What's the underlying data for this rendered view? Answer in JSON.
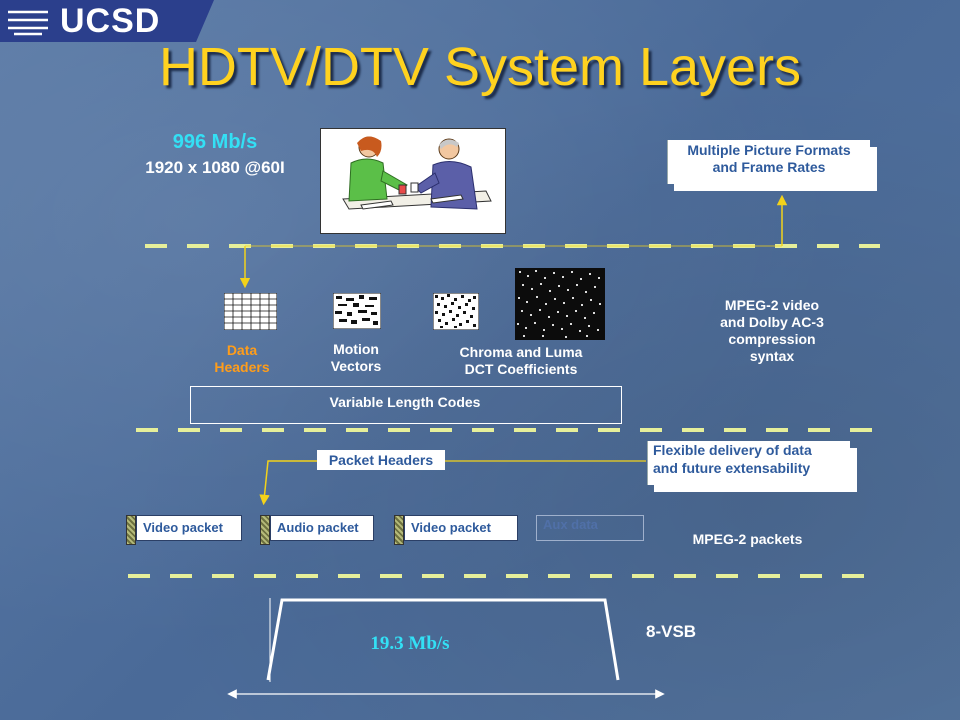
{
  "header": {
    "logo_text": "UCSD",
    "title": "HDTV/DTV System Layers"
  },
  "top_layer": {
    "bitrate": "996 Mb/s",
    "resolution": "1920 x 1080 @60I",
    "callout_line1": "Multiple Picture Formats",
    "callout_line2": "and Frame  Rates",
    "picture_icon": "people-meeting-picture"
  },
  "compression_layer": {
    "data_headers_line1": "Data",
    "data_headers_line2": "Headers",
    "motion_vectors_line1": "Motion",
    "motion_vectors_line2": "Vectors",
    "coeff_line1": "Chroma  and Luma",
    "coeff_line2": "DCT Coefficients",
    "syntax_line1": "MPEG-2 video",
    "syntax_line2": "and Dolby AC-3",
    "syntax_line3": "compression",
    "syntax_line4": "syntax",
    "vlc_label": "Variable Length Codes"
  },
  "transport_layer": {
    "packet_headers": "Packet Headers",
    "callout_line1": "Flexible delivery of data",
    "callout_line2": "and future extensability",
    "packets": [
      "Video packet",
      "Audio packet",
      "Video packet",
      "Aux data"
    ],
    "packets_label": "MPEG-2 packets"
  },
  "transmission_layer": {
    "bitrate": "19.3 Mb/s",
    "label": "8-VSB"
  },
  "colors": {
    "background": "#4f6f9c",
    "title": "#ffd21f",
    "divider": "#e6ef9a",
    "accent_text": "#33e0f5",
    "data_headers": "#ff9d1a"
  }
}
